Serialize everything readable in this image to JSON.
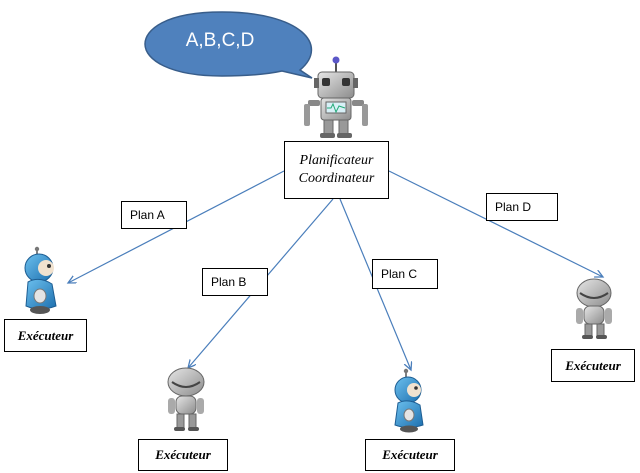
{
  "speech_bubble": {
    "text": "A,B,C,D"
  },
  "coordinator": {
    "line1": "Planificateur",
    "line2": "Coordinateur"
  },
  "plans": {
    "a": "Plan A",
    "b": "Plan B",
    "c": "Plan C",
    "d": "Plan D"
  },
  "executors": {
    "left": "Exécuteur",
    "center_left": "Exécuteur",
    "center_right": "Exécuteur",
    "right": "Exécuteur"
  },
  "colors": {
    "arrow": "#4a7ebb",
    "bubble": "#4f81bd",
    "bubble_stroke": "#385d8a",
    "robot_blue": "#3a9ad9"
  }
}
